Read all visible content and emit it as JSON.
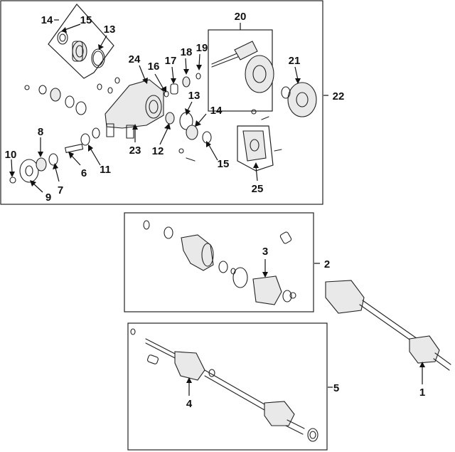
{
  "diagram": {
    "callouts": {
      "c1": "1",
      "c2": "2",
      "c3": "3",
      "c4": "4",
      "c5": "5",
      "c6": "6",
      "c7": "7",
      "c8": "8",
      "c9": "9",
      "c10": "10",
      "c11": "11",
      "c12": "12",
      "c13a": "13",
      "c13b": "13",
      "c14a": "14",
      "c14b": "14",
      "c15a": "15",
      "c15b": "15",
      "c16": "16",
      "c17": "17",
      "c18": "18",
      "c19": "19",
      "c20": "20",
      "c21": "21",
      "c22": "22",
      "c23": "23",
      "c24": "24",
      "c25": "25"
    }
  }
}
